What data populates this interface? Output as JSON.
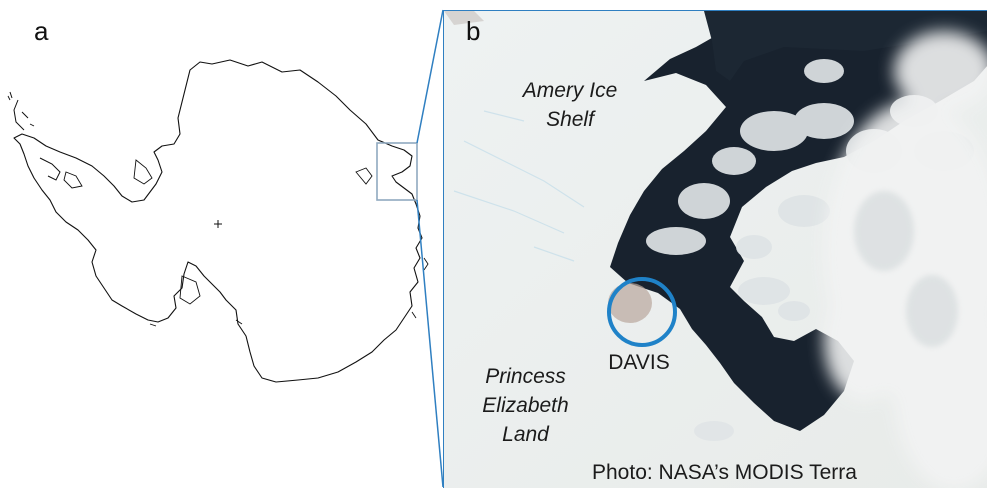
{
  "panels": {
    "a": {
      "letter": "a"
    },
    "b": {
      "letter": "b"
    }
  },
  "labels": {
    "amery_line1": "Amery Ice",
    "amery_line2": "Shelf",
    "pel_line1": "Princess",
    "pel_line2": "Elizabeth",
    "pel_line3": "Land",
    "davis": "DAVIS",
    "credit": "Photo: NASA’s MODIS Terra"
  },
  "colors": {
    "accent": "#2f7fc1",
    "ice": "#eef1f1",
    "ocean": "#18222e",
    "coast_line": "#111111",
    "inset_box": "#8fa9bf"
  },
  "icons": {
    "station_marker": "circle-marker"
  }
}
